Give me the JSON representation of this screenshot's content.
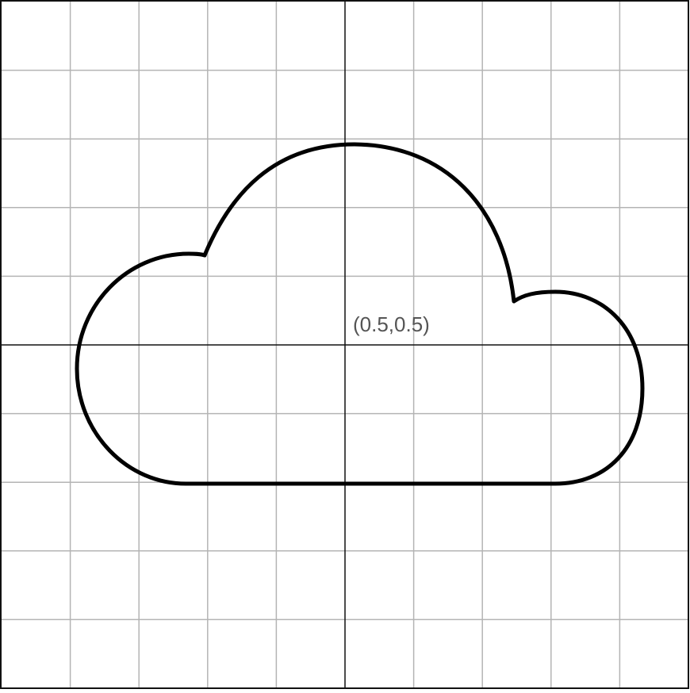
{
  "diagram": {
    "center_label": "(0.5,0.5)",
    "grid": {
      "divisions": 10,
      "minor_color": "#b4b4b4",
      "axis_color": "#111111",
      "border_color": "#111111"
    },
    "shape": {
      "name": "cloud",
      "stroke_color": "#000000",
      "fill_color": "none"
    }
  }
}
